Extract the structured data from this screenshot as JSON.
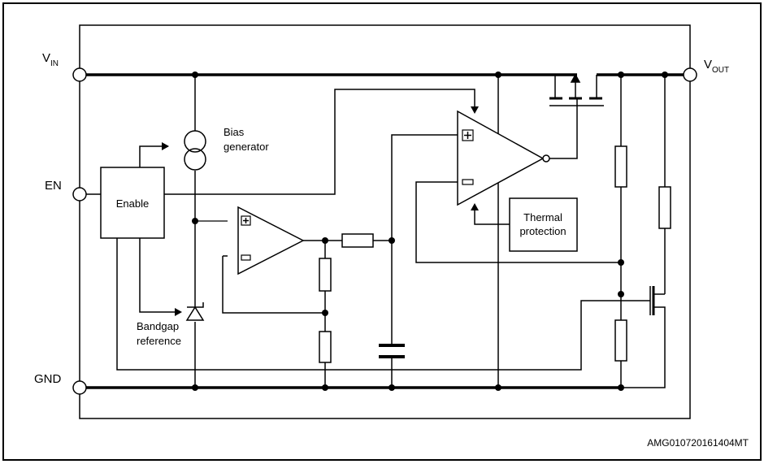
{
  "pins": {
    "vin": {
      "main": "V",
      "sub": "IN"
    },
    "vout": {
      "main": "V",
      "sub": "OUT"
    },
    "en": "EN",
    "gnd": "GND"
  },
  "blocks": {
    "enable": "Enable",
    "bias": [
      "Bias",
      "generator"
    ],
    "bandgap": [
      "Bandgap",
      "reference"
    ],
    "thermal": [
      "Thermal",
      "protection"
    ]
  },
  "doc_code": "AMG010720161404MT"
}
